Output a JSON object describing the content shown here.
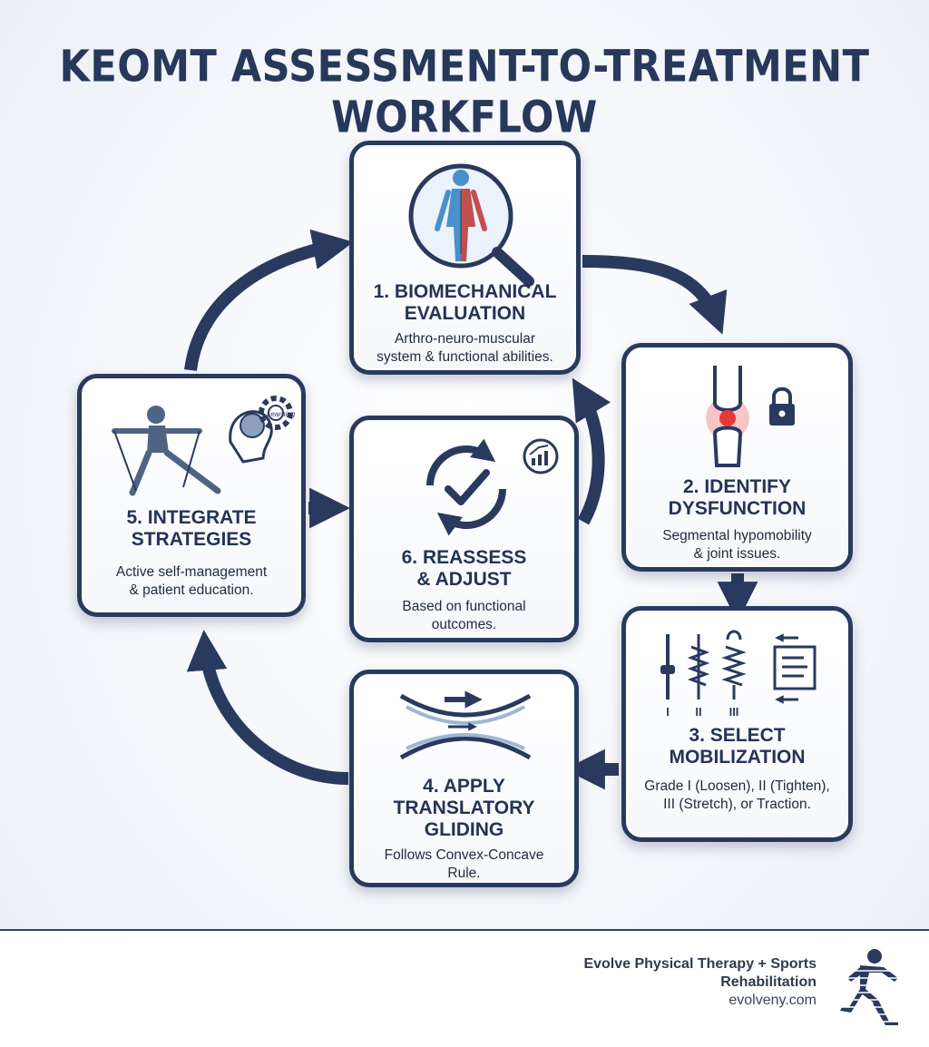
{
  "title": "KEOMT ASSESSMENT-TO-TREATMENT WORKFLOW",
  "steps": [
    {
      "title_lines": [
        "1. BIOMECHANICAL",
        "EVALUATION"
      ],
      "desc_lines": [
        "Arthro-neuro-muscular",
        "system & functional abilities."
      ],
      "icon": "body-scan-magnifier-icon"
    },
    {
      "title_lines": [
        "2. IDENTIFY",
        "DYSFUNCTION"
      ],
      "desc_lines": [
        "Segmental hypomobility",
        "& joint issues."
      ],
      "icon": "knee-joint-lock-icon"
    },
    {
      "title_lines": [
        "3. SELECT",
        "MOBILIZATION"
      ],
      "desc_lines": [
        "Grade I (Loosen), II (Tighten),",
        "III (Stretch), or Traction."
      ],
      "icon": "mobilization-grades-icon",
      "grade_labels": [
        "I",
        "II",
        "III"
      ]
    },
    {
      "title_lines": [
        "4. APPLY",
        "TRANSLATORY",
        "GLIDING"
      ],
      "desc_lines": [
        "Follows Convex-Concave",
        "Rule."
      ],
      "icon": "gliding-surfaces-icon"
    },
    {
      "title_lines": [
        "5. INTEGRATE",
        "STRATEGIES"
      ],
      "desc_lines": [
        "Active self-management",
        "& patient education."
      ],
      "icon": "exercise-education-icon",
      "brain_label": "Learning"
    },
    {
      "title_lines": [
        "6. REASSESS",
        "& ADJUST"
      ],
      "desc_lines": [
        "Based on functional",
        "outcomes."
      ],
      "icon": "reassess-cycle-icon"
    }
  ],
  "colors": {
    "navy": "#2a3a5e",
    "accent_red": "#e53935",
    "body_blue": "#4a90c8",
    "body_red": "#c0504d"
  },
  "footer": {
    "org_lines": [
      "Evolve Physical Therapy + Sports",
      "Rehabilitation"
    ],
    "site": "evolveny.com",
    "logo_icon": "running-figure-logo-icon"
  }
}
